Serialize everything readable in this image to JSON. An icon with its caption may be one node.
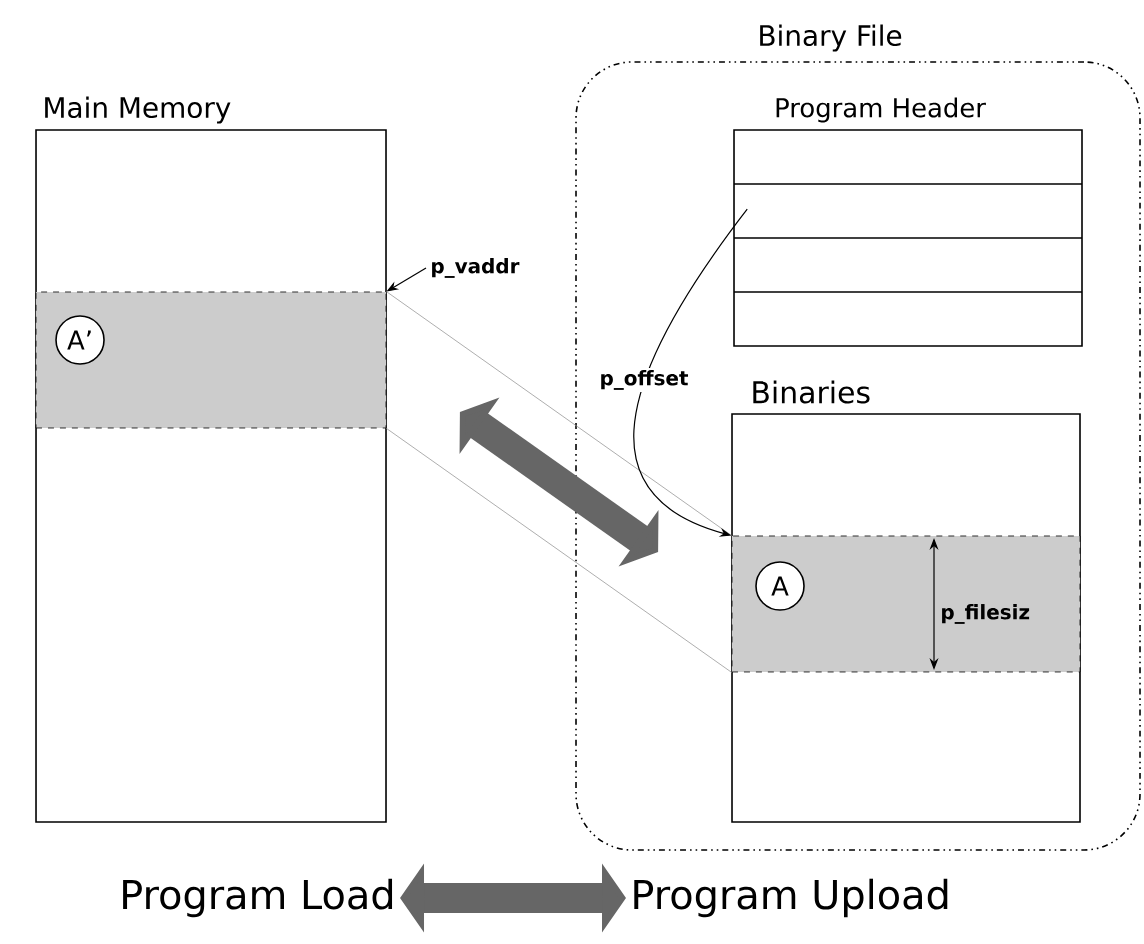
{
  "diagram": {
    "nodes": [
      {
        "text": [
          "Main Memory"
        ]
      },
      {
        "text": [],
        "shape": "bar",
        "in": 0
      },
      {
        "text": [
          "A’"
        ],
        "in": 1
      },
      {
        "text": [
          "Binary File"
        ]
      },
      {
        "text": [
          "Program Header"
        ],
        "in": 3
      },
      {
        "text": [
          "Binaries"
        ],
        "in": 3
      },
      {
        "text": [],
        "shape": "bar",
        "in": 5
      },
      {
        "text": [
          "A"
        ],
        "in": 6
      },
      {
        "text": [
          "Program Load"
        ]
      },
      {
        "text": [
          "Program Upload"
        ]
      },
      {
        "text": [
          "p_vaddr"
        ]
      }
    ],
    "edges": [
      {
        "from": 10,
        "to": 1,
        "arrow": "to"
      },
      {
        "from": 1,
        "to": 6,
        "arrow": "none",
        "color": "#999999"
      },
      {
        "from": 1,
        "to": 6,
        "arrow": "none",
        "color": "#999999"
      },
      {
        "from": 1,
        "to": 6,
        "arrow": "both",
        "style": "thick",
        "color": "#666666"
      },
      {
        "from": 4,
        "to": 6,
        "arrow": "to",
        "label": "p_offset"
      },
      {
        "from": 8,
        "to": 9,
        "arrow": "both",
        "style": "thick",
        "color": "#666666"
      }
    ],
    "labels": [
      "p_filesiz"
    ]
  }
}
